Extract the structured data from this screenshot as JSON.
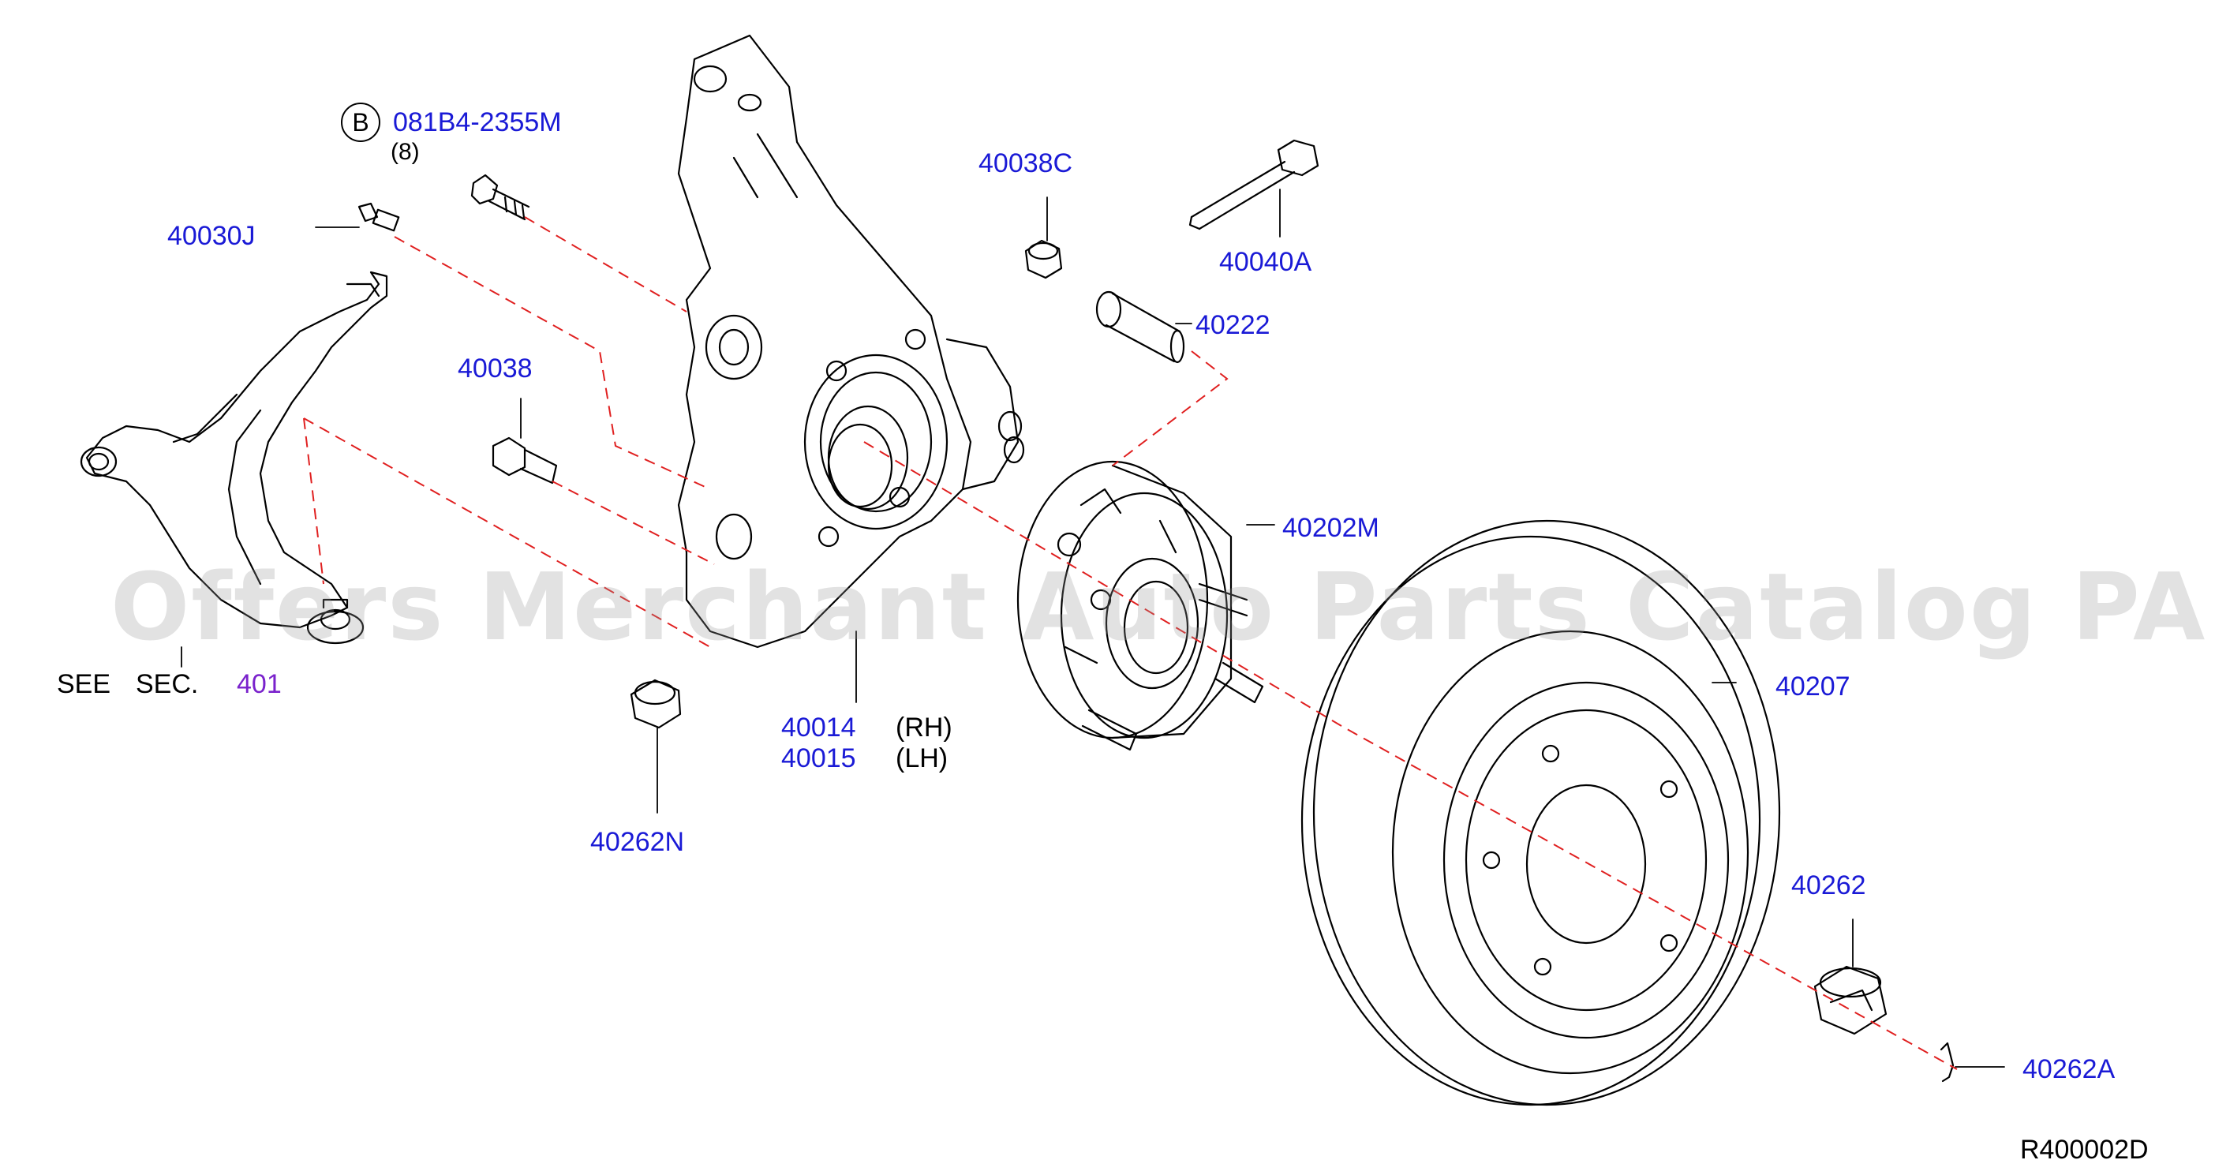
{
  "watermark": "Offers Merchant Auto Parts Catalog PARTSTORE.SA",
  "diagram_code": "R400002D",
  "bolt_ref": {
    "circle_letter": "B",
    "part_no": "081B4-2355M",
    "qty": "(8)"
  },
  "parts": {
    "p40030J": "40030J",
    "p40038C": "40038C",
    "p40040A": "40040A",
    "p40222": "40222",
    "p40038": "40038",
    "p40202M": "40202M",
    "p40014": "40014",
    "p40015": "40015",
    "p40207": "40207",
    "p40262N": "40262N",
    "p40262": "40262",
    "p40262A": "40262A"
  },
  "side": {
    "rh": "(RH)",
    "lh": "(LH)"
  },
  "see_sec": {
    "see": "SEE",
    "sec": "SEC.",
    "num": "401"
  }
}
